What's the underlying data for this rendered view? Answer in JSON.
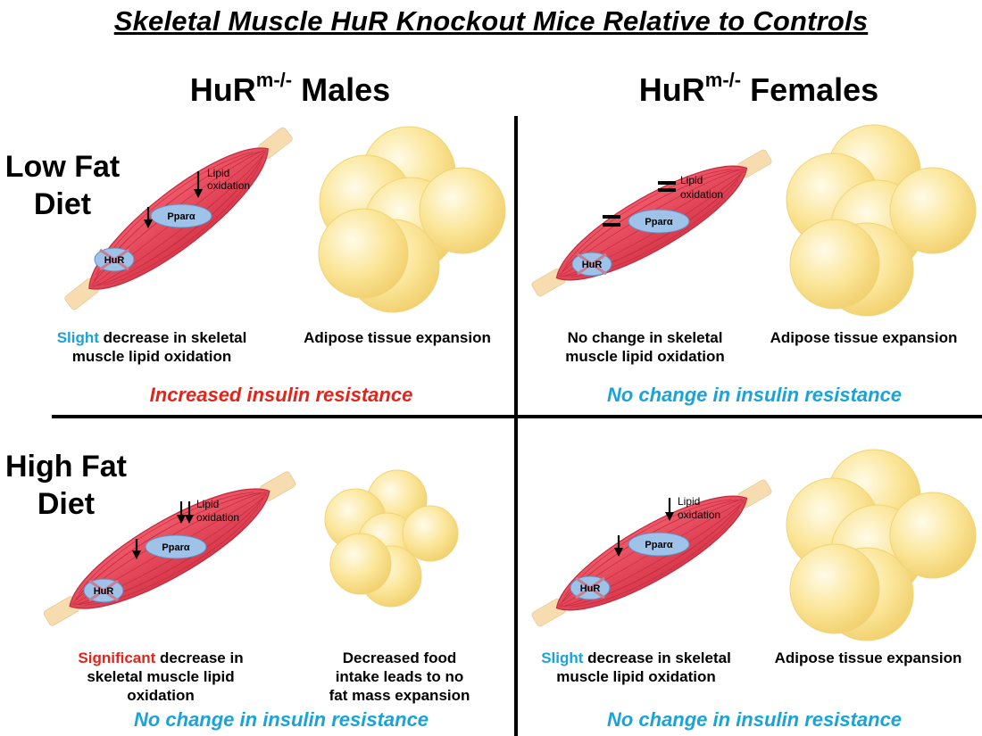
{
  "title": "Skeletal Muscle HuR Knockout Mice Relative to Controls",
  "columns": {
    "males": {
      "prefix": "HuR",
      "sup": "m-/-",
      "suffix": " Males"
    },
    "females": {
      "prefix": "HuR",
      "sup": "m-/-",
      "suffix": " Females"
    }
  },
  "rows": {
    "low_fat": {
      "line1": "Low Fat",
      "line2": "Diet"
    },
    "high_fat": {
      "line1": "High Fat",
      "line2": "Diet"
    }
  },
  "labels": {
    "lipid_line1": "Lipid",
    "lipid_line2": "oxidation",
    "ppar": "Pparα",
    "hur": "HuR"
  },
  "panels": {
    "male_low": {
      "muscle_highlight": "Slight",
      "muscle_rest": " decrease in skeletal",
      "muscle_line2": "muscle lipid oxidation",
      "adipose": "Adipose tissue expansion",
      "outcome": "Increased insulin resistance"
    },
    "female_low": {
      "muscle_line1": "No change in skeletal",
      "muscle_line2": "muscle lipid oxidation",
      "adipose": "Adipose tissue expansion",
      "outcome": "No change in insulin resistance"
    },
    "male_high": {
      "muscle_highlight": "Significant",
      "muscle_rest": " decrease in",
      "muscle_line2": "skeletal muscle lipid",
      "muscle_line3": "oxidation",
      "adipose_line1": "Decreased food",
      "adipose_line2": "intake leads to no",
      "adipose_line3": "fat mass expansion",
      "outcome": "No change in insulin resistance"
    },
    "female_high": {
      "muscle_highlight": "Slight",
      "muscle_rest": " decrease in skeletal",
      "muscle_line2": "muscle lipid oxidation",
      "adipose": "Adipose tissue expansion",
      "outcome": "No change in insulin resistance"
    }
  },
  "colors": {
    "muscle": "#e8475a",
    "muscle_stripe": "#c22a3c",
    "tendon": "#f7dcb0",
    "nucleus": "#9ec2e8",
    "fat_cell": "#f8dd88",
    "blue_accent": "#1aa3d9",
    "red_accent": "#e2241b"
  }
}
